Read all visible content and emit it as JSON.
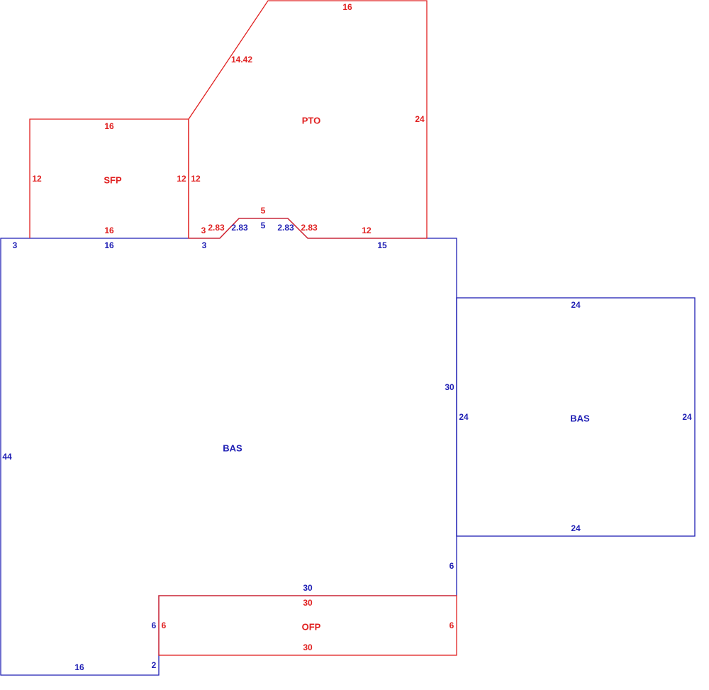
{
  "colors": {
    "living_area": "#1f1fb4",
    "other_area": "#e02020",
    "background": "#ffffff"
  },
  "areas": {
    "bas_main": {
      "code": "BAS",
      "sides": [
        "3",
        "16",
        "3",
        "2.83",
        "5",
        "2.83",
        "15",
        "30",
        "6",
        "30",
        "6",
        "2",
        "16",
        "44"
      ]
    },
    "bas_annex": {
      "code": "BAS",
      "sides": [
        "24",
        "24",
        "24",
        "24"
      ]
    },
    "sfp": {
      "code": "SFP",
      "sides": [
        "16",
        "12",
        "16",
        "12"
      ]
    },
    "pto": {
      "code": "PTO",
      "sides": [
        "14.42",
        "16",
        "24",
        "12",
        "2.83",
        "5",
        "2.83",
        "3",
        "12"
      ]
    },
    "ofp": {
      "code": "OFP",
      "sides": [
        "30",
        "6",
        "30",
        "6"
      ]
    }
  }
}
